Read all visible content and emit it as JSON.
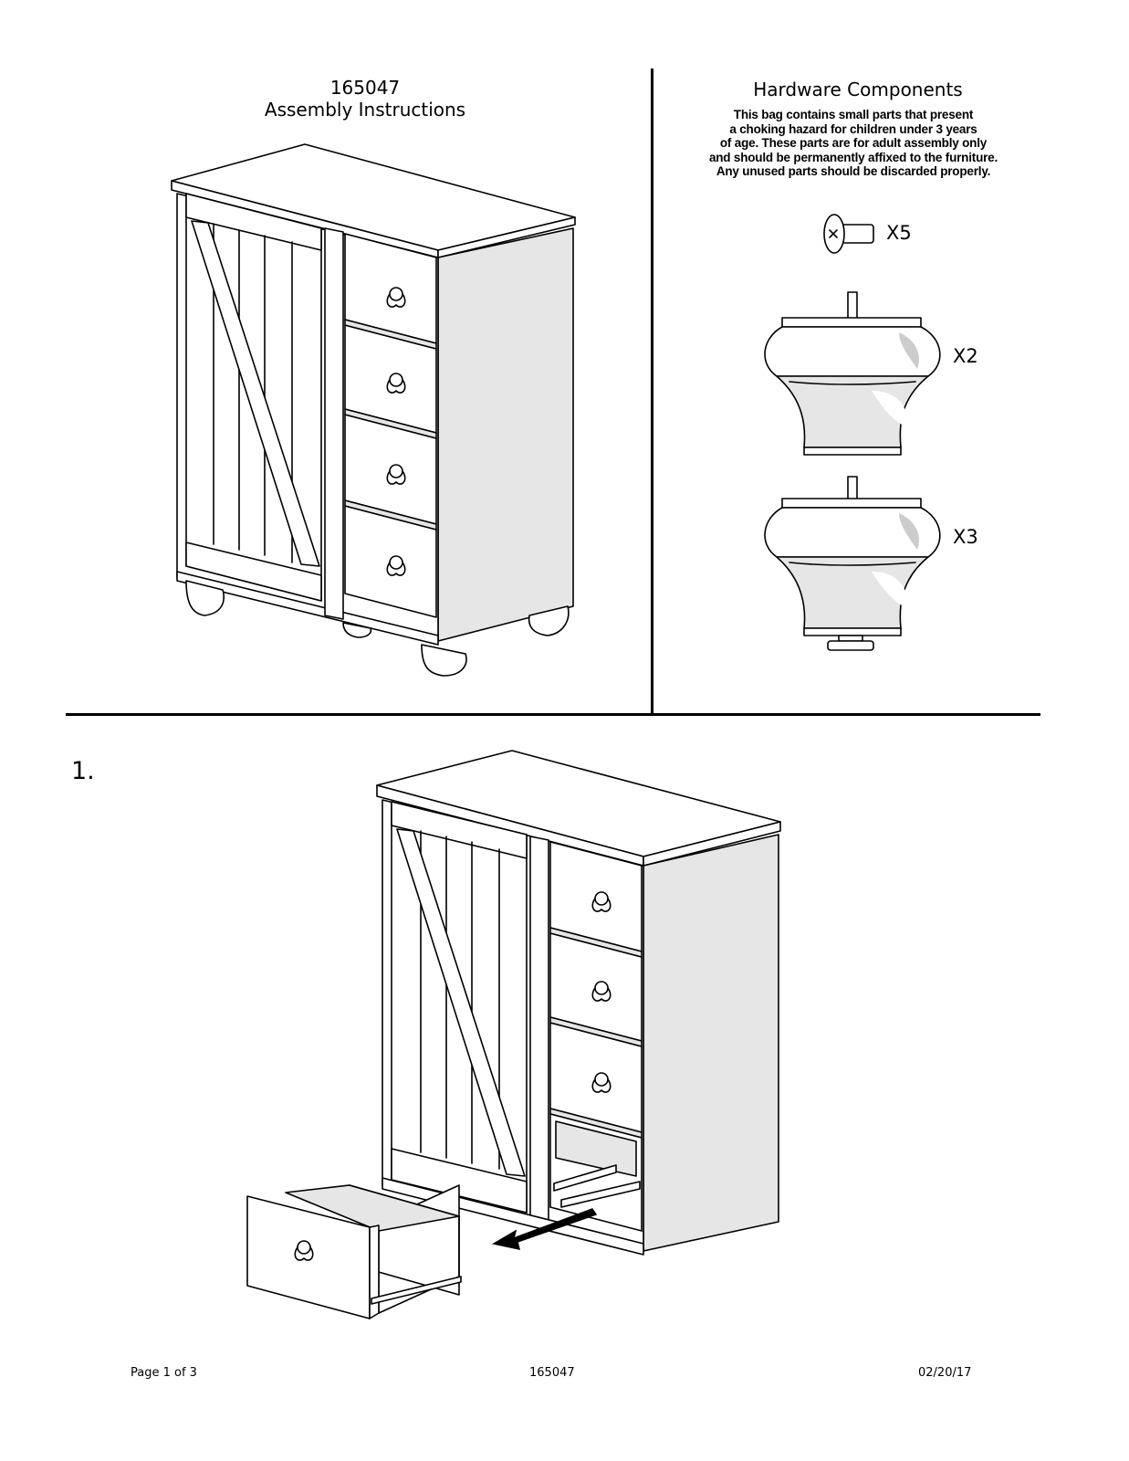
{
  "header": {
    "doc_number": "165047",
    "doc_title": "Assembly Instructions"
  },
  "hardware": {
    "title": "Hardware Components",
    "warning_lines": [
      "This bag contains small parts that present",
      "a choking hazard for children under 3 years",
      "of age. These parts are for adult assembly only",
      "and should be permanently affixed to the furniture.",
      "Any unused parts should be discarded properly."
    ],
    "items": [
      {
        "icon": "screw-icon",
        "qty": "X5"
      },
      {
        "icon": "bun-foot-icon",
        "qty": "X2"
      },
      {
        "icon": "bun-foot-with-glide-icon",
        "qty": "X3"
      }
    ]
  },
  "step": {
    "number": "1."
  },
  "footer": {
    "page": "Page 1 of 3",
    "doc_number": "165047",
    "date": "02/20/17"
  }
}
